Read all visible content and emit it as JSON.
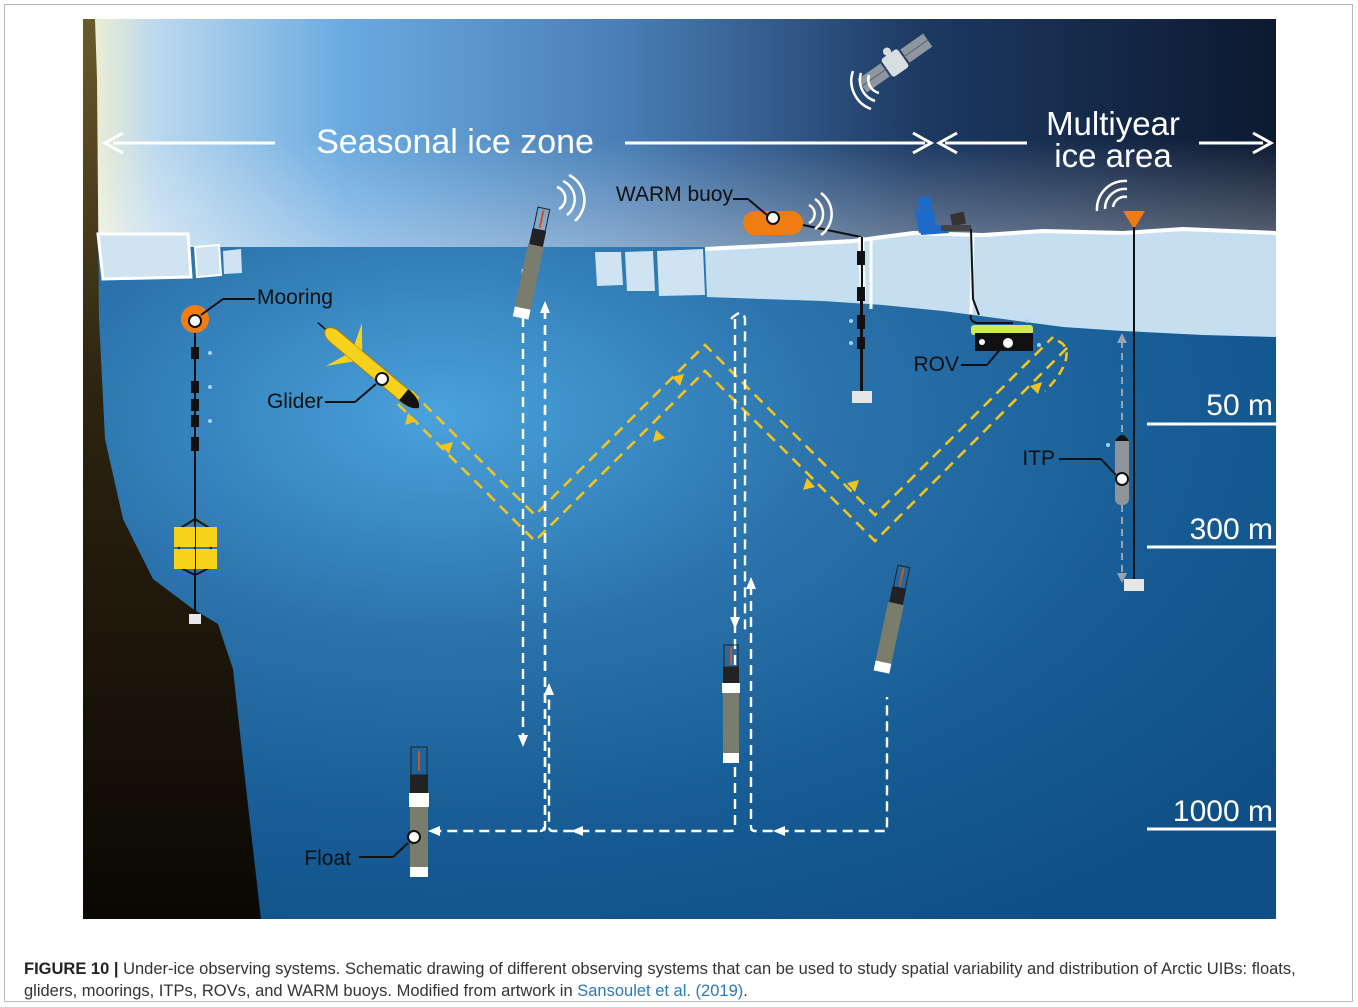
{
  "diagram": {
    "zones": {
      "seasonal": "Seasonal ice zone",
      "multiyear_line1": "Multiyear",
      "multiyear_line2": "ice area"
    },
    "labels": {
      "warm_buoy": "WARM buoy",
      "mooring": "Mooring",
      "glider": "Glider",
      "rov": "ROV",
      "itp": "ITP",
      "float": "Float"
    },
    "depths": {
      "d50": "50 m",
      "d300": "300 m",
      "d1000": "1000 m"
    },
    "colors": {
      "sky_light": "#f3f4d6",
      "sky_mid": "#5a9fd9",
      "sky_dark": "#0f1f3a",
      "ocean_top": "#3f8fc6",
      "ocean_deep": "#0e4f86",
      "ice": "#c6dff0",
      "orange": "#f07d14",
      "glider_yellow": "#f7d21c",
      "rov_green": "#cde85a"
    }
  },
  "caption": {
    "figure_label": "FIGURE 10 |",
    "text": " Under-ice observing systems. Schematic drawing of different observing systems that can be used to study spatial variability and distribution of Arctic UIBs: floats, gliders, moorings, ITPs, ROVs, and WARM buoys. Modified from artwork in ",
    "reference": "Sansoulet et al. (2019)",
    "end": "."
  }
}
